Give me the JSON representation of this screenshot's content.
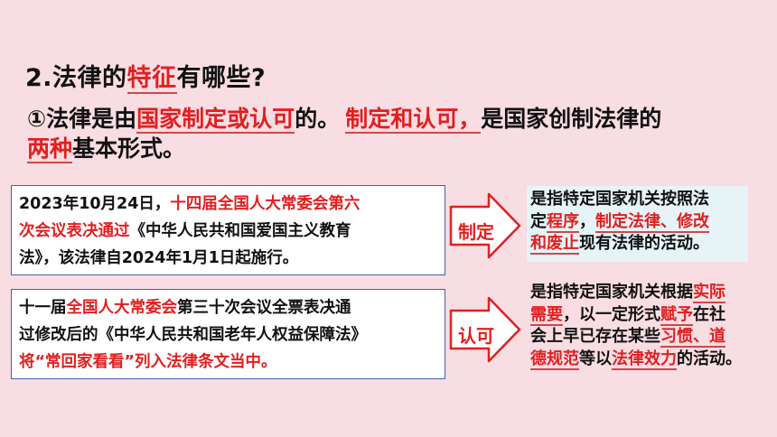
{
  "heading": {
    "prefix": "2.法律的",
    "highlight": "特征",
    "suffix": "有哪些?"
  },
  "point1": {
    "line1_a": "①法律是由",
    "line1_b": "国家制定或认可",
    "line1_c": "的。",
    "line1_d": "制定和认可，",
    "line1_e": "是国家创制法律的",
    "line2_a": "两种",
    "line2_b": "基本形式。"
  },
  "case1": {
    "l1_a": "2023年10月24日，",
    "l1_b": "十四届全国人大常委会第六",
    "l2_a": "次会议表决通过",
    "l2_b": "《中华人民共和国爱国主义教育",
    "l3": "法》，该法律自2024年1月1日起施行。"
  },
  "case2": {
    "l1_a": "十一届",
    "l1_b": "全国人大常委会",
    "l1_c": "第三十次会议全票表决通",
    "l2": "过修改后的《中华人民共和国老年人权益保障法》",
    "l3": "将“常回家看看”列入法律条文当中。"
  },
  "arrow1_label": "制定",
  "arrow2_label": "认可",
  "def_make": {
    "l1": "是指特定国家机关按照法",
    "l2_a": "定",
    "l2_b": "程序",
    "l2_c": "，",
    "l2_d": "制定法律、修改",
    "l3_a": "和废止",
    "l3_b": "现有法律的活动。"
  },
  "def_recognize": {
    "l1_a": "是指特定国家机关根据",
    "l1_b": "实际",
    "l2_a": "需要",
    "l2_b": "，以一定形式",
    "l2_c": "赋予",
    "l2_d": "在社",
    "l3_a": "会上早已存在某些",
    "l3_b": "习惯、道",
    "l4_a": "德规范",
    "l4_b": "等以",
    "l4_c": "法律效力",
    "l4_d": "的活动。"
  },
  "colors": {
    "background": "#f8dde3",
    "accent_red": "#e02020",
    "definition_blue": "#1a2dc8",
    "box_border": "#4a5fb0",
    "arrow_fill": "#ffffff"
  }
}
